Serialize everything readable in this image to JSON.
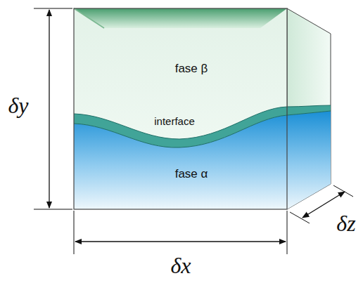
{
  "diagram": {
    "labels": [
      "fase β",
      "interface",
      "fase α",
      "δy",
      "δx",
      "δz"
    ]
  }
}
